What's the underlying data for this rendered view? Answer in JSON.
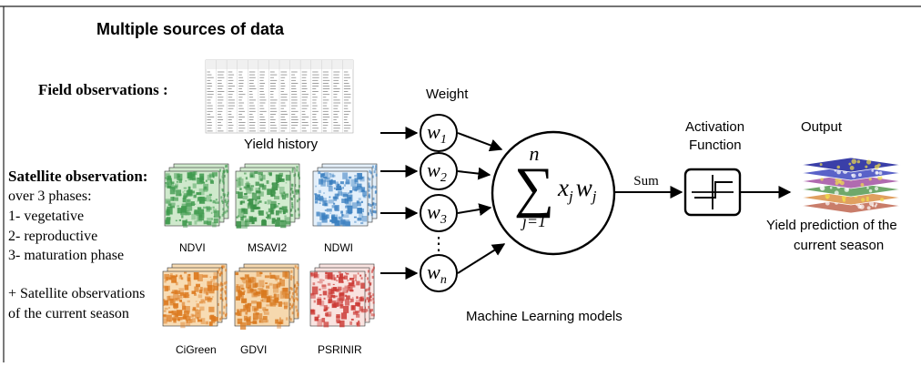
{
  "title": "Multiple sources of data",
  "field": {
    "label": "Field observations :",
    "caption": "Yield history"
  },
  "satellite": {
    "heading": "Satellite observation:",
    "lines": [
      "over 3 phases:",
      "1- vegetative",
      "2- reproductive",
      "3- maturation phase"
    ],
    "current": [
      "+ Satellite observations",
      "of the current season"
    ],
    "indices": [
      {
        "name": "NDVI",
        "color": "#3f9a4e",
        "light": "#cfe9cc"
      },
      {
        "name": "MSAVI2",
        "color": "#3a9147",
        "light": "#d3ecd0"
      },
      {
        "name": "NDWI",
        "color": "#3a7fc0",
        "light": "#e4f0fb"
      },
      {
        "name": "CiGreen",
        "color": "#dc7a20",
        "light": "#f8dcb4"
      },
      {
        "name": "GDVI",
        "color": "#d8781e",
        "light": "#f6d8ae"
      },
      {
        "name": "PSRINIR",
        "color": "#cc3b36",
        "light": "#f9e3e0"
      }
    ]
  },
  "model": {
    "weight_label": "Weight",
    "weights": [
      {
        "base": "w",
        "sub": "1"
      },
      {
        "base": "w",
        "sub": "2"
      },
      {
        "base": "w",
        "sub": "3"
      },
      {
        "base": "w",
        "sub": "n"
      }
    ],
    "ellipsis": "⋮",
    "sum_symbol": "∑",
    "sum_upper": "n",
    "sum_lower": "j=1",
    "sum_expression": {
      "x": "x",
      "x_sub": "j",
      "w": "w",
      "w_sub": "j"
    },
    "sum_label": "Sum",
    "activation_label": [
      "Activation",
      "Function"
    ],
    "caption": "Machine Learning models"
  },
  "output": {
    "label": "Output",
    "caption": [
      "Yield prediction of the",
      "current season"
    ]
  },
  "colors": {
    "stroke": "#000000",
    "table_line": "#c8c8c8"
  },
  "icons": [
    "step-activation-icon",
    "yield-history-table-icon",
    "stacked-layers-icon"
  ]
}
